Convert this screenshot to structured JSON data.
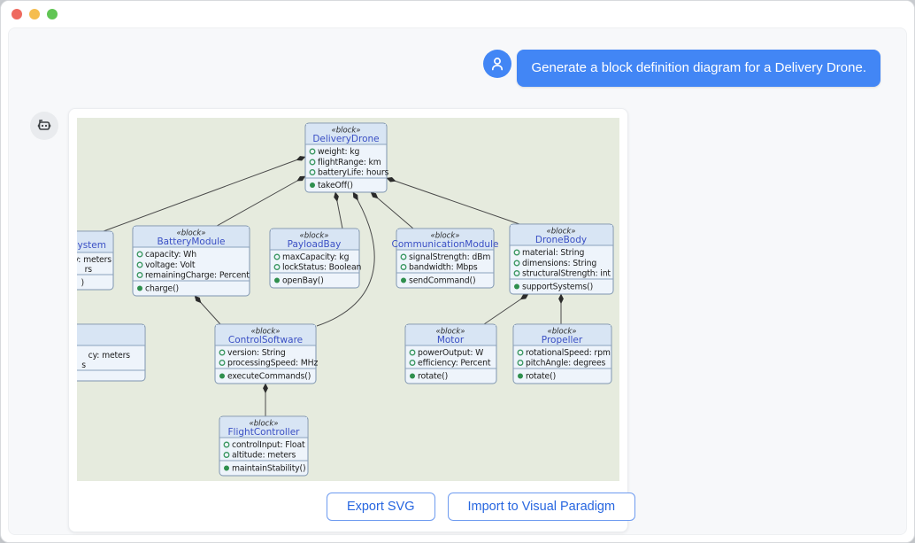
{
  "window": {
    "traffic_lights": {
      "close": "#ee6a5f",
      "minimize": "#f5bd4f",
      "zoom": "#61c554"
    }
  },
  "chat": {
    "user_message": "Generate a block definition diagram for a Delivery Drone.",
    "user_avatar": "person-icon",
    "bot_avatar": "robot-icon"
  },
  "actions": {
    "export_svg_label": "Export SVG",
    "import_vp_label": "Import to Visual Paradigm"
  },
  "colors": {
    "accent_blue": "#4286f5",
    "button_blue": "#2766e0",
    "diagram_background": "#e6ebde",
    "block_header": "#d8e5f4",
    "block_title": "#3a4fc4",
    "green_marker": "#2f8f4e"
  },
  "diagram": {
    "stereotype": "«block»",
    "blocks": {
      "delivery_drone": {
        "name": "DeliveryDrone",
        "attrs": [
          "weight: kg",
          "flightRange: km",
          "batteryLife: hours"
        ],
        "ops": [
          "takeOff()"
        ]
      },
      "battery_module": {
        "name": "BatteryModule",
        "attrs": [
          "capacity: Wh",
          "voltage: Volt",
          "remainingCharge: Percent"
        ],
        "ops": [
          "charge()"
        ]
      },
      "payload_bay": {
        "name": "PayloadBay",
        "attrs": [
          "maxCapacity: kg",
          "lockStatus: Boolean"
        ],
        "ops": [
          "openBay()"
        ]
      },
      "communication_module": {
        "name": "CommunicationModule",
        "attrs": [
          "signalStrength: dBm",
          "bandwidth: Mbps"
        ],
        "ops": [
          "sendCommand()"
        ]
      },
      "drone_body": {
        "name": "DroneBody",
        "attrs": [
          "material: String",
          "dimensions: String",
          "structuralStrength: int"
        ],
        "ops": [
          "supportSystems()"
        ]
      },
      "control_software": {
        "name": "ControlSoftware",
        "attrs": [
          "version: String",
          "processingSpeed: MHz"
        ],
        "ops": [
          "executeCommands()"
        ]
      },
      "motor": {
        "name": "Motor",
        "attrs": [
          "powerOutput: W",
          "efficiency: Percent"
        ],
        "ops": [
          "rotate()"
        ]
      },
      "propeller": {
        "name": "Propeller",
        "attrs": [
          "rotationalSpeed: rpm",
          "pitchAngle: degrees"
        ],
        "ops": [
          "rotate()"
        ]
      },
      "flight_controller": {
        "name": "FlightController",
        "attrs": [
          "controlInput: Float",
          "altitude: meters"
        ],
        "ops": [
          "maintainStability()"
        ]
      },
      "clipped_upper": {
        "name_fragment": "ystem",
        "attr_fragments": [
          "y: meters",
          "rs"
        ],
        "op_fragments": [
          ")"
        ]
      },
      "clipped_lower": {
        "attr_fragments": [
          "cy: meters",
          "s"
        ]
      }
    }
  }
}
